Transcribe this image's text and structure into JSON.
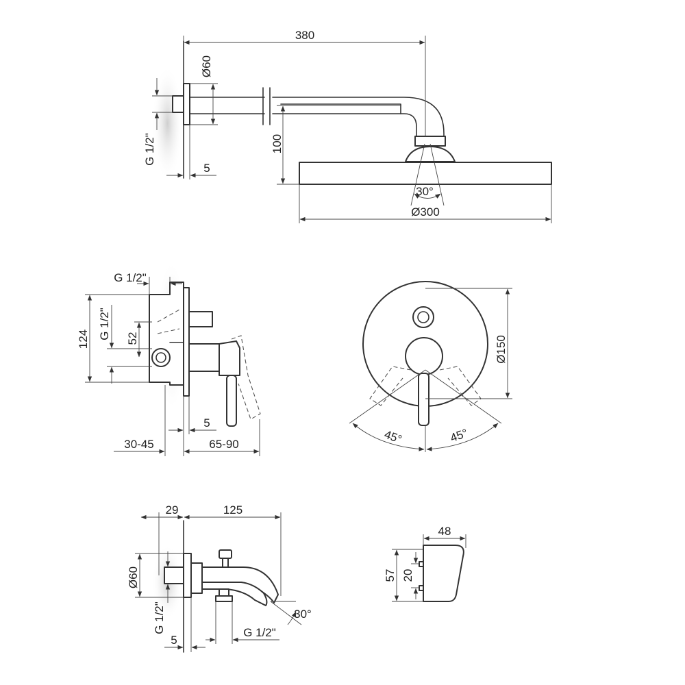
{
  "shower_arm": {
    "length": "380",
    "flange_diameter": "Ø60",
    "thread": "G 1/2\"",
    "drop": "100",
    "wall_offset": "5",
    "spray_angle": "30°",
    "head_diameter": "Ø300"
  },
  "mixer_side": {
    "thread_top": "G 1/2\"",
    "thread_left": "G 1/2\"",
    "height": "124",
    "inlet_spacing": "52",
    "plate_thickness": "5",
    "wall_depth": "30-45",
    "lever_projection": "65-90"
  },
  "mixer_front": {
    "plate_diameter": "Ø150",
    "rotation_left": "45°",
    "rotation_right": "45°"
  },
  "spout": {
    "rosette_depth": "29",
    "spout_length": "125",
    "rosette_diameter": "Ø60",
    "thread_wall": "G 1/2\"",
    "thread_outlet": "G 1/2\"",
    "wall_offset": "5",
    "outlet_angle": "30°"
  },
  "holder": {
    "width": "48",
    "height": "57",
    "pin_spacing": "20"
  }
}
